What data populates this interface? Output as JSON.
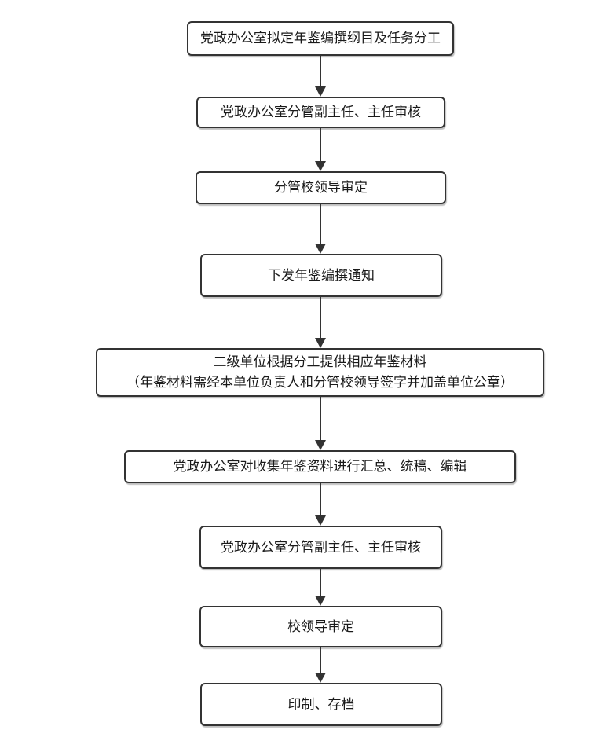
{
  "colors": {
    "page_bg": "#ffffff",
    "box_fill": "#ffffff",
    "box_border": "#333333",
    "arrow": "#333333",
    "text": "#1a1a1a"
  },
  "flowchart": {
    "type": "flow",
    "direction": "top-down",
    "steps": [
      {
        "label": "党政办公室拟定年鉴编撰纲目及任务分工"
      },
      {
        "label": "党政办公室分管副主任、主任审核"
      },
      {
        "label": "分管校领导审定"
      },
      {
        "label": "下发年鉴编撰通知"
      },
      {
        "label": "二级单位根据分工提供相应年鉴材料",
        "sublabel": "（年鉴材料需经本单位负责人和分管校领导签字并加盖单位公章）"
      },
      {
        "label": "党政办公室对收集年鉴资料进行汇总、统稿、编辑"
      },
      {
        "label": "党政办公室分管副主任、主任审核"
      },
      {
        "label": "校领导审定"
      },
      {
        "label": "印制、存档"
      }
    ]
  }
}
